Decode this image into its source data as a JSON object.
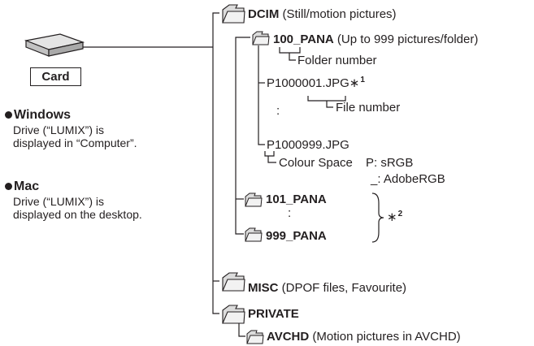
{
  "card": {
    "label": "Card"
  },
  "os": [
    {
      "title": "Windows",
      "text1": "Drive (“LUMIX”) is",
      "text2": "displayed in “Computer”."
    },
    {
      "title": "Mac",
      "text1": "Drive (“LUMIX”) is",
      "text2": "displayed on the desktop."
    }
  ],
  "tree": {
    "dcim": {
      "name": "DCIM",
      "desc": " (Still/motion pictures)"
    },
    "pana100": {
      "name": "100_PANA",
      "desc": " (Up to 999 pictures/folder)"
    },
    "folder_number": "Folder number",
    "file1": "P1000001.JPG∗",
    "file1_note": "1",
    "colon1": ":",
    "file_number": "File number",
    "file999": "P1000999.JPG",
    "colour_space": "Colour Space",
    "cs_p": "P: sRGB",
    "cs_u": "_: AdobeRGB",
    "pana101": "101_PANA",
    "colon2": ":",
    "pana999": "999_PANA",
    "note2_mark": "∗",
    "note2": "2",
    "misc": {
      "name": "MISC",
      "desc": " (DPOF files, Favourite)"
    },
    "private": {
      "name": "PRIVATE"
    },
    "avchd": {
      "name": "AVCHD",
      "desc": " (Motion pictures in AVCHD)"
    }
  }
}
